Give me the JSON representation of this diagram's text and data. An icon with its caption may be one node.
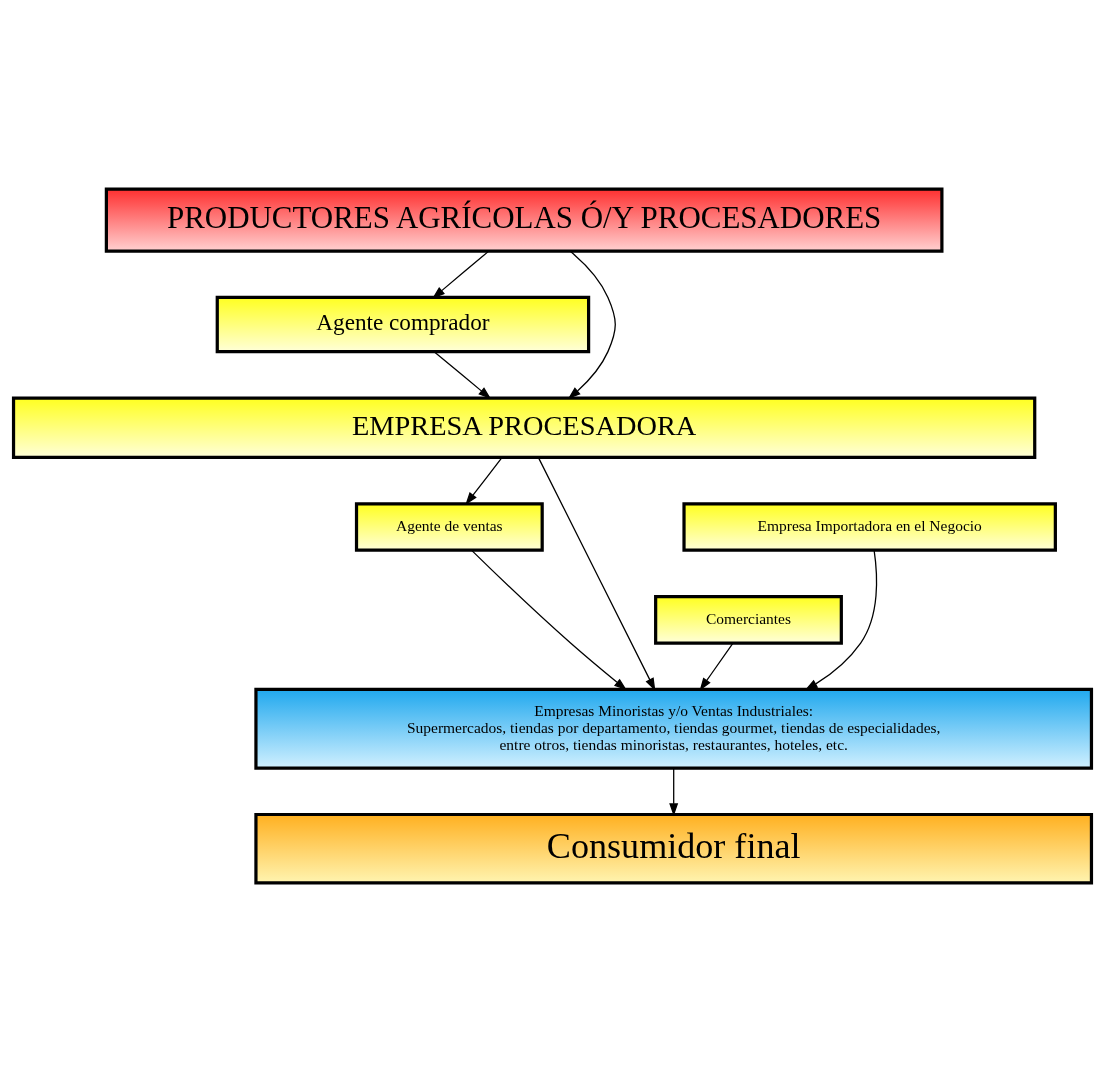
{
  "diagram": {
    "nodes": [
      {
        "text": [
          "PRODUCTORES AGRÍCOLAS Ó/Y PROCESADORES"
        ]
      },
      {
        "text": [
          "Agente comprador"
        ]
      },
      {
        "text": [
          "EMPRESA PROCESADORA"
        ]
      },
      {
        "text": [
          "Empresa Importadora en el Negocio"
        ]
      },
      {
        "text": [
          "Comerciantes"
        ]
      },
      {
        "text": [
          "Agente de ventas"
        ]
      },
      {
        "text": [
          "Empresas Minoristas y/o Ventas Industriales:",
          "Supermercados, tiendas por departamento, tiendas gourmet, tiendas de especialidades, entre otros, tiendas minoristas, restaurantes, hoteles, etc."
        ]
      },
      {
        "text": [
          "Consumidor final"
        ]
      }
    ],
    "edges": [
      {
        "from": 0,
        "to": 2,
        "arrow": "to"
      },
      {
        "from": 0,
        "to": 1,
        "arrow": "to"
      },
      {
        "from": 1,
        "to": 2,
        "arrow": "to"
      },
      {
        "from": 4,
        "to": 6,
        "arrow": "to"
      },
      {
        "from": 3,
        "to": 6,
        "arrow": "to"
      },
      {
        "from": 2,
        "to": 6,
        "arrow": "to"
      },
      {
        "from": 2,
        "to": 5,
        "arrow": "to"
      },
      {
        "from": 5,
        "to": 6,
        "arrow": "to"
      },
      {
        "from": 6,
        "to": 7,
        "arrow": "to"
      }
    ]
  }
}
